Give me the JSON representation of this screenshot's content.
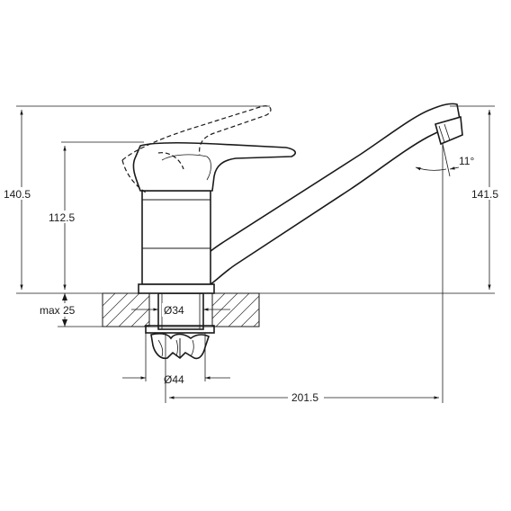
{
  "drawing": {
    "colors": {
      "line": "#1a1a1a",
      "background": "#ffffff"
    },
    "dimensions": {
      "total_height_left": "140.5",
      "body_height": "112.5",
      "max_mount_thickness": "max 25",
      "hole_diameter": "Ø34",
      "nut_diameter": "Ø44",
      "spout_reach": "201.5",
      "total_height_right": "141.5",
      "aerator_angle": "11°"
    }
  }
}
